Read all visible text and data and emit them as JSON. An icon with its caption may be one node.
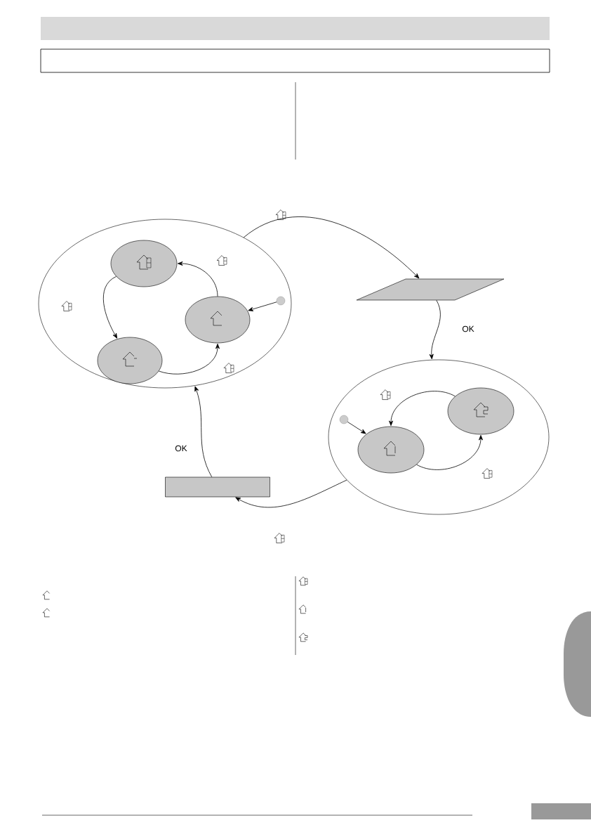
{
  "diagram": {
    "nodes": [
      {
        "text": [],
        "shape": "ellipse"
      },
      {
        "text": [],
        "shape": "ellipse",
        "in": 0
      },
      {
        "text": [],
        "shape": "ellipse",
        "in": 0
      },
      {
        "text": [],
        "shape": "ellipse",
        "in": 0
      },
      {
        "text": [],
        "shape": "circle",
        "in": 0
      },
      {
        "text": [],
        "shape": "parallelogram"
      },
      {
        "text": [],
        "shape": "ellipse"
      },
      {
        "text": [],
        "shape": "ellipse",
        "in": 6
      },
      {
        "text": [],
        "shape": "ellipse",
        "in": 6
      },
      {
        "text": [],
        "shape": "circle",
        "in": 6
      },
      {
        "text": [],
        "shape": "box"
      }
    ],
    "edges": [
      {
        "from": 2,
        "to": 1,
        "arrow": "to"
      },
      {
        "from": 1,
        "to": 3,
        "arrow": "to"
      },
      {
        "from": 3,
        "to": 2,
        "arrow": "to"
      },
      {
        "from": 4,
        "to": 2,
        "arrow": "to"
      },
      {
        "from": 0,
        "to": 5,
        "arrow": "to"
      },
      {
        "from": 5,
        "to": 6,
        "arrow": "to",
        "label": "OK"
      },
      {
        "from": 7,
        "to": 8,
        "arrow": "to"
      },
      {
        "from": 8,
        "to": 7,
        "arrow": "to"
      },
      {
        "from": 9,
        "to": 8,
        "arrow": "to"
      },
      {
        "from": 6,
        "to": 10,
        "arrow": "to"
      },
      {
        "from": 10,
        "to": 0,
        "arrow": "to",
        "label": "OK"
      }
    ]
  }
}
